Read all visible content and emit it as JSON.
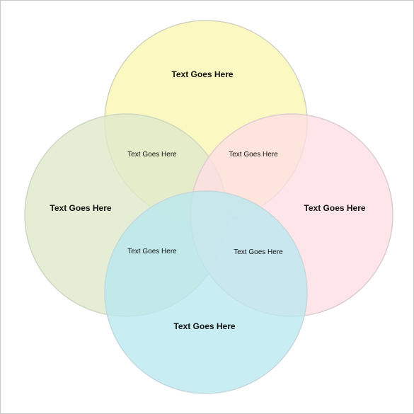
{
  "circles": [
    {
      "id": "top",
      "label": "Text Goes Here",
      "fill": "#fbf7b6",
      "stroke": "#d3d3c0"
    },
    {
      "id": "left",
      "label": "Text Goes Here",
      "fill": "#dfe9cb",
      "stroke": "#cfd6c4"
    },
    {
      "id": "right",
      "label": "Text Goes Here",
      "fill": "#fcdfe4",
      "stroke": "#dccdd0"
    },
    {
      "id": "bottom",
      "label": "Text Goes Here",
      "fill": "#b9e8ef",
      "stroke": "#c4d8dc"
    }
  ],
  "overlaps": {
    "top_left": "Text Goes Here",
    "top_right": "Text Goes Here",
    "bottom_left": "Text Goes Here",
    "bottom_right": "Text Goes Here"
  }
}
